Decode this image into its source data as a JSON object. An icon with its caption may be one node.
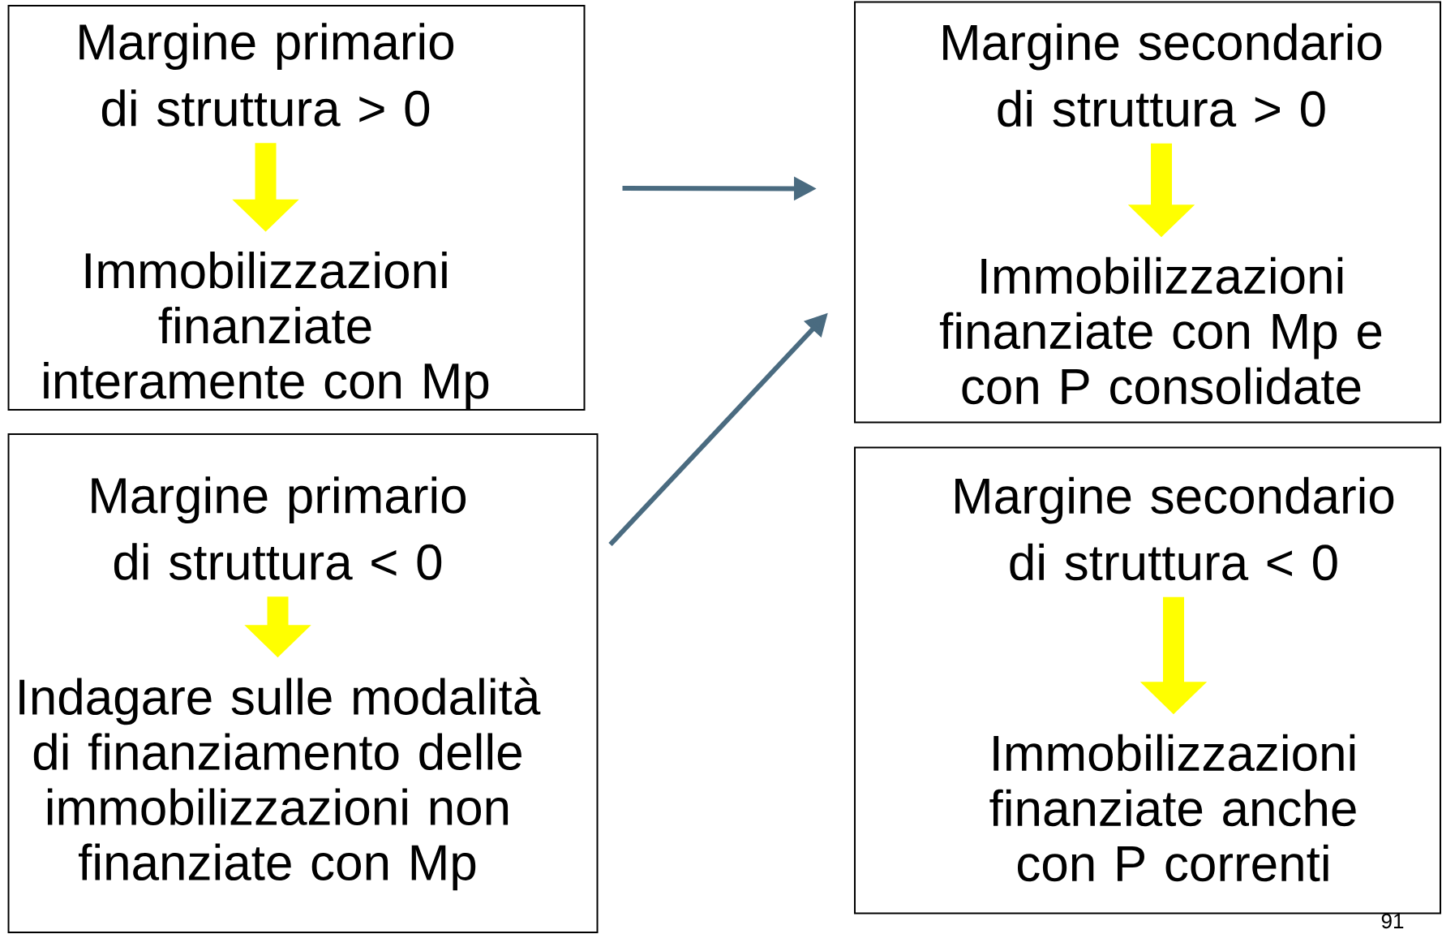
{
  "diagram": {
    "nodes": [
      {
        "text": [],
        "shape": "box"
      },
      {
        "text": [
          "Margine primario di struttura > 0"
        ],
        "in": 0
      },
      {
        "text": [
          "Immobilizzazioni finanziate interamente con Mp"
        ],
        "in": 0
      },
      {
        "text": [],
        "shape": "box"
      },
      {
        "text": [
          "Margine primario di struttura < 0"
        ],
        "in": 3
      },
      {
        "text": [
          "Indagare sulle modalità di finanziamento delle immobilizzazioni non finanziate con Mp"
        ],
        "in": 3
      },
      {
        "text": [],
        "shape": "box"
      },
      {
        "text": [
          "Margine secondario di struttura > 0"
        ],
        "in": 6
      },
      {
        "text": [
          "Immobilizzazioni finanziate con Mp e con P consolidate"
        ],
        "in": 6
      },
      {
        "text": [],
        "shape": "box"
      },
      {
        "text": [
          "Margine secondario di struttura < 0"
        ],
        "in": 9
      },
      {
        "text": [
          "Immobilizzazioni finanziate anche con P correnti"
        ],
        "in": 9
      }
    ],
    "edges": [
      {
        "from": 1,
        "to": 2,
        "arrow": "to"
      },
      {
        "from": 4,
        "to": 5,
        "arrow": "to"
      },
      {
        "from": 7,
        "to": 8,
        "arrow": "to"
      },
      {
        "from": 10,
        "to": 11,
        "arrow": "to"
      },
      {
        "from": 0,
        "to": 6,
        "arrow": "to",
        "color": "#4a6b80"
      },
      {
        "from": 3,
        "to": 6,
        "arrow": "to",
        "color": "#4a6b80"
      }
    ],
    "labels": [
      "91"
    ]
  }
}
